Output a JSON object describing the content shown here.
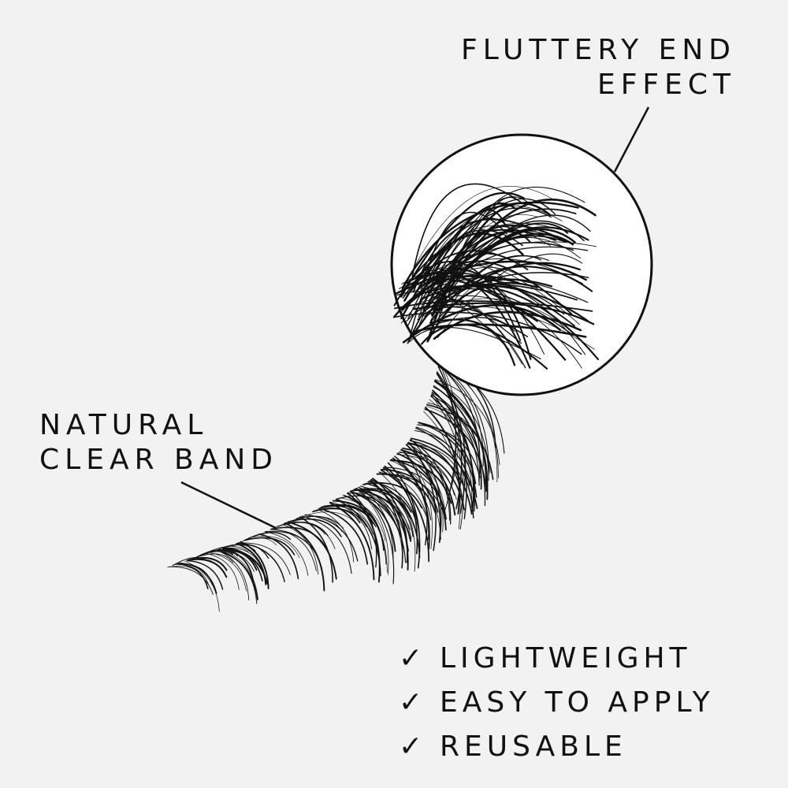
{
  "callouts": {
    "fluttery_end": {
      "line1": "FLUTTERY END",
      "line2": "EFFECT"
    },
    "natural_band": {
      "line1": "NATURAL",
      "line2": "CLEAR BAND"
    }
  },
  "features": [
    {
      "check": "✓",
      "text": "LIGHTWEIGHT"
    },
    {
      "check": "✓",
      "text": "EASY TO APPLY"
    },
    {
      "check": "✓",
      "text": "REUSABLE"
    }
  ],
  "colors": {
    "background": "#f2f2f2",
    "ink": "#111111",
    "zoom_fill": "#ffffff"
  },
  "icons": {
    "bullet": "check-icon"
  }
}
